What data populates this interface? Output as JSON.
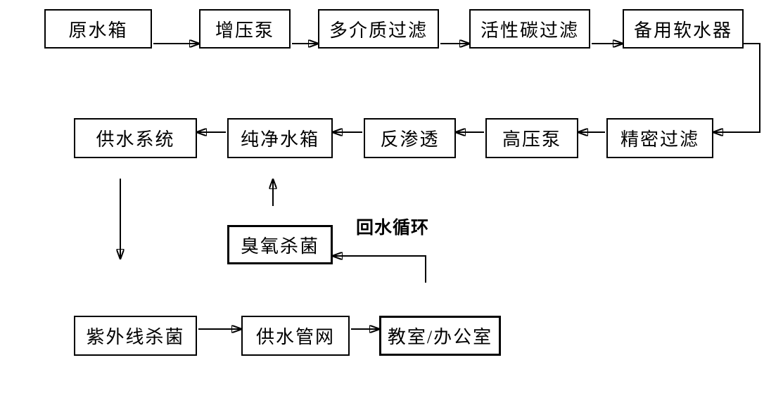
{
  "diagram": {
    "type": "flowchart",
    "background_color": "#ffffff",
    "line_color": "#000000",
    "text_color": "#000000",
    "nodes": [
      {
        "id": "raw-water-tank",
        "label": "原水箱"
      },
      {
        "id": "booster-pump",
        "label": "增压泵"
      },
      {
        "id": "multi-media-filter",
        "label": "多介质过滤"
      },
      {
        "id": "activated-carbon-filter",
        "label": "活性碳过滤"
      },
      {
        "id": "backup-water-softener",
        "label": "备用软水器"
      },
      {
        "id": "water-supply-system",
        "label": "供水系统"
      },
      {
        "id": "pure-water-tank",
        "label": "纯净水箱"
      },
      {
        "id": "reverse-osmosis",
        "label": "反渗透"
      },
      {
        "id": "high-pressure-pump",
        "label": "高压泵"
      },
      {
        "id": "precision-filter",
        "label": "精密过滤"
      },
      {
        "id": "ozone-sterilizer",
        "label": "臭氧杀菌"
      },
      {
        "id": "uv-sterilizer",
        "label": "紫外线杀菌"
      },
      {
        "id": "water-supply-network",
        "label": "供水管网"
      },
      {
        "id": "classroom-office",
        "label": "教室/办公室"
      }
    ],
    "edges": [
      {
        "from": "raw-water-tank",
        "to": "booster-pump"
      },
      {
        "from": "booster-pump",
        "to": "multi-media-filter"
      },
      {
        "from": "multi-media-filter",
        "to": "activated-carbon-filter"
      },
      {
        "from": "activated-carbon-filter",
        "to": "backup-water-softener"
      },
      {
        "from": "backup-water-softener",
        "to": "precision-filter"
      },
      {
        "from": "precision-filter",
        "to": "high-pressure-pump"
      },
      {
        "from": "high-pressure-pump",
        "to": "reverse-osmosis"
      },
      {
        "from": "reverse-osmosis",
        "to": "pure-water-tank"
      },
      {
        "from": "pure-water-tank",
        "to": "water-supply-system"
      },
      {
        "from": "water-supply-system",
        "to": "uv-sterilizer"
      },
      {
        "from": "ozone-sterilizer",
        "to": "pure-water-tank"
      },
      {
        "from": "classroom-office",
        "to": "ozone-sterilizer",
        "label": "回水循环"
      },
      {
        "from": "uv-sterilizer",
        "to": "water-supply-network"
      },
      {
        "from": "water-supply-network",
        "to": "classroom-office"
      }
    ],
    "return_label": "回水循环"
  }
}
